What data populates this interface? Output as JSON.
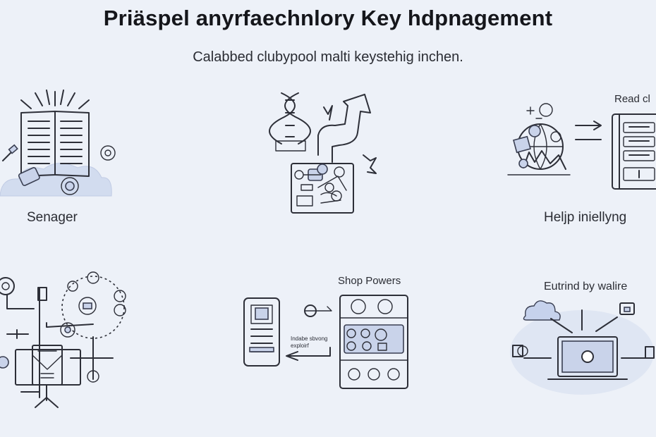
{
  "header": {
    "title": "Priäspel anyrfaechnlory Key hdpnagement",
    "subtitle": "Calabbed clubypool malti keystehig inchen."
  },
  "panels": {
    "senager": {
      "label": "Senager"
    },
    "flow": {
      "label": ""
    },
    "read": {
      "label": "Read cl"
    },
    "help": {
      "label": "Helјp iniellyng"
    },
    "network": {
      "label": ""
    },
    "shop": {
      "label": "Shop Powers",
      "note_line1": "Indabe sbvong",
      "note_line2": "exploirf"
    },
    "eutrind": {
      "label": "Eutrind by walire"
    }
  },
  "colors": {
    "background": "#edf1f8",
    "ink": "#2d2f38",
    "accent": "#c9d3ea"
  }
}
